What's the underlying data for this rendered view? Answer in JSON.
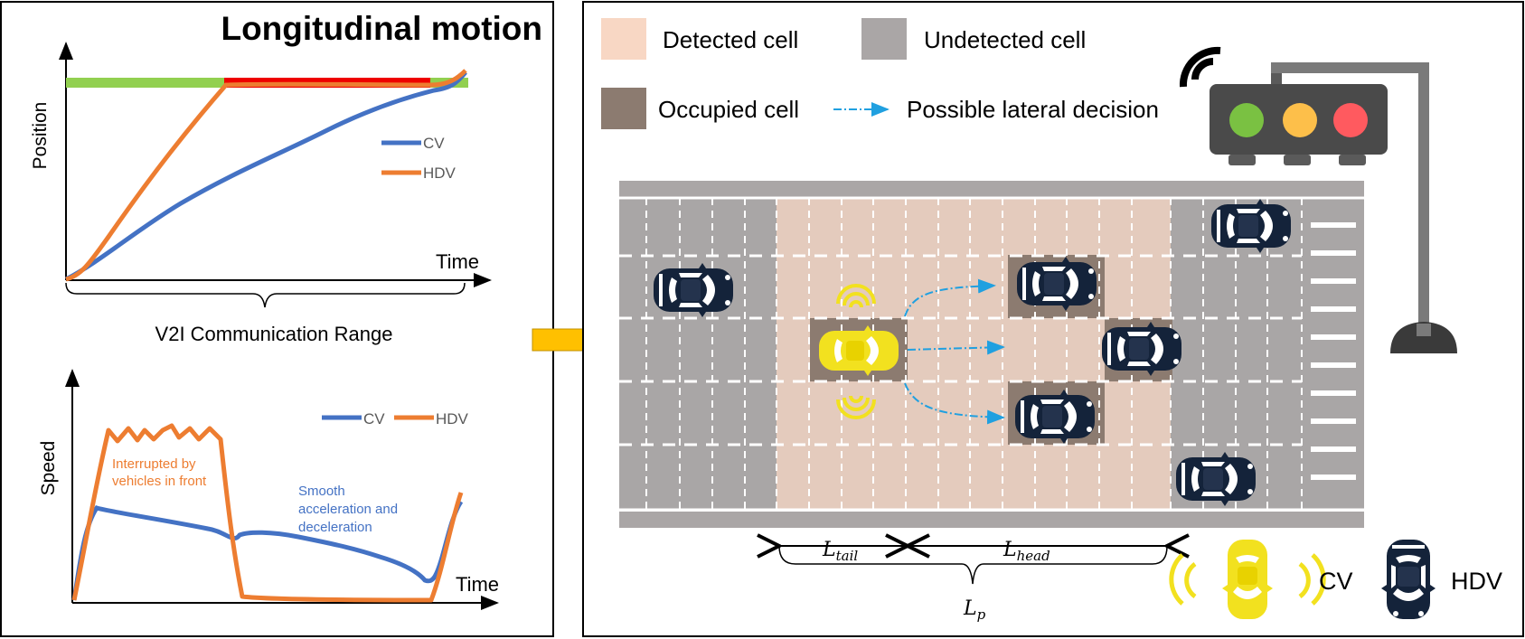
{
  "title": "Longitudinal motion",
  "position_chart": {
    "ylabel": "Position",
    "xlabel": "Time",
    "legend": [
      "CV",
      "HDV"
    ],
    "range_label": "V2I Communication Range",
    "signal_bar": [
      "green",
      "red",
      "green"
    ]
  },
  "speed_chart": {
    "ylabel": "Speed",
    "xlabel": "Time",
    "legend": [
      "CV",
      "HDV"
    ],
    "hdv_note_line1": "Interrupted by",
    "hdv_note_line2": "vehicles in front",
    "cv_note_line1": "Smooth",
    "cv_note_line2": "acceleration and",
    "cv_note_line3": "deceleration"
  },
  "legend": {
    "detected": "Detected cell",
    "undetected": "Undetected cell",
    "occupied": "Occupied cell",
    "lateral": "Possible lateral decision"
  },
  "road": {
    "l_tail": "L",
    "l_tail_sub": "tail",
    "l_head": "L",
    "l_head_sub": "head",
    "l_p": "L",
    "l_p_sub": "p"
  },
  "vehicle_legend": {
    "cv": "CV",
    "hdv": "HDV"
  },
  "colors": {
    "cv_line": "#4472c4",
    "hdv_line": "#ed7d31",
    "detected": "#f8d7c4",
    "undetected": "#aaa6a6",
    "occupied": "#8c7b70",
    "road": "#a9a6a6",
    "arrow": "#20a0e0",
    "cv_car": "#f2e11f",
    "hdv_car": "#14233a"
  }
}
